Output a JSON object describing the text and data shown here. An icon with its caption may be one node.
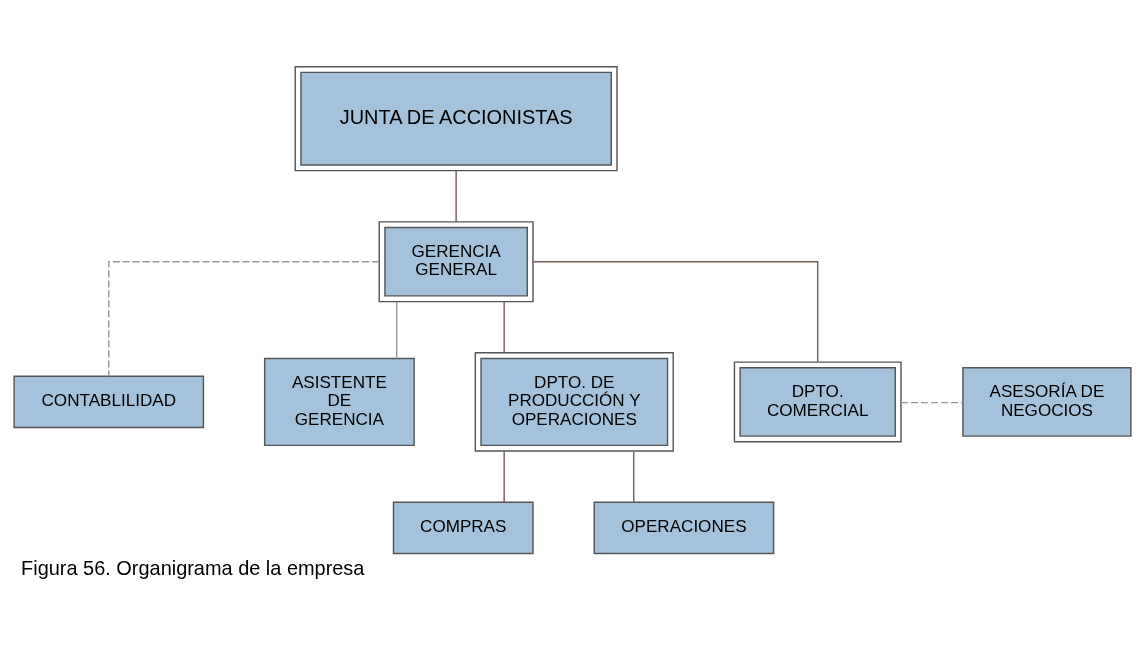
{
  "diagram": {
    "caption": "Figura 56. Organigrama de la empresa",
    "nodes": [
      {
        "text": [
          "JUNTA DE ACCIONISTAS"
        ]
      },
      {
        "text": [
          "GERENCIA GENERAL"
        ]
      },
      {
        "text": [
          "CONTABLILIDAD"
        ]
      },
      {
        "text": [
          "ASISTENTE DE GERENCIA"
        ]
      },
      {
        "text": [
          "DPTO. DE PRODUCCIÓN Y OPERACIONES"
        ]
      },
      {
        "text": [
          "DPTO. COMERCIAL"
        ]
      },
      {
        "text": [
          "ASESORÍA DE NEGOCIOS"
        ]
      },
      {
        "text": [
          "COMPRAS"
        ]
      },
      {
        "text": [
          "OPERACIONES"
        ]
      }
    ],
    "edges": [
      {
        "from": 0,
        "to": 1,
        "arrow": "none"
      },
      {
        "from": 1,
        "to": 2,
        "arrow": "none",
        "style": "dashed",
        "color": "#999999"
      },
      {
        "from": 1,
        "to": 3,
        "arrow": "none",
        "color": "#999999"
      },
      {
        "from": 1,
        "to": 4,
        "arrow": "none"
      },
      {
        "from": 1,
        "to": 5,
        "arrow": "none"
      },
      {
        "from": 5,
        "to": 6,
        "arrow": "none",
        "style": "dashed",
        "color": "#999999"
      },
      {
        "from": 4,
        "to": 7,
        "arrow": "none"
      },
      {
        "from": 4,
        "to": 8,
        "arrow": "none"
      }
    ]
  }
}
